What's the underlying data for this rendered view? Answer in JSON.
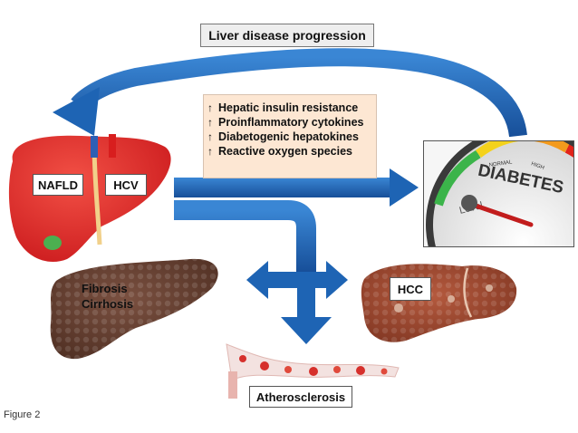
{
  "title": "Liver disease progression",
  "mechanisms": [
    "Hepatic insulin resistance",
    "Proinflammatory cytokines",
    "Diabetogenic hepatokines",
    "Reactive oxygen species"
  ],
  "mechanism_marker": "↑",
  "labels": {
    "nafld": "NAFLD",
    "hcv": "HCV",
    "fibrosis_line1": "Fibrosis",
    "fibrosis_line2": "Cirrhosis",
    "hcc": "HCC",
    "atherosclerosis": "Atherosclerosis"
  },
  "gauge": {
    "word": "DIABETES",
    "sub": "Level",
    "scale_normal": "NORMAL",
    "scale_high": "HIGH"
  },
  "caption": "Figure 2",
  "colors": {
    "arrow_blue": "#1e64b4",
    "liver_red": "#e02a26",
    "mech_box": "#fde7d3",
    "title_box": "#eeeeee"
  }
}
